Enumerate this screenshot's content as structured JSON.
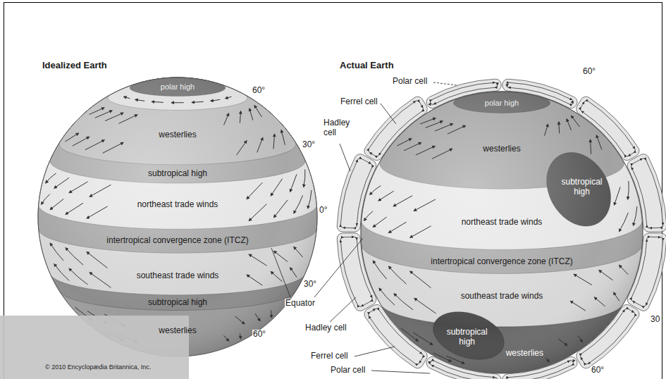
{
  "diagram": {
    "labels": [
      "Idealized Earth",
      "polar high",
      "60°",
      "westerlies",
      "30°",
      "subtropical high",
      "northeast trade winds",
      "0°",
      "intertropical convergence zone (ITCZ)",
      "southeast trade winds",
      "30°",
      "subtropical high",
      "westerlies",
      "60°",
      "© 2010 Encyclopædia Britannica, Inc.",
      "Actual Earth",
      "Polar cell",
      "Ferrel cell",
      "Hadley cell",
      "60°",
      "polar high",
      "westerlies",
      "subtropical high",
      "northeast trade winds",
      "intertropical convergence zone (ITCZ)",
      "southeast trade winds",
      "subtropical high",
      "westerlies",
      "Equator",
      "Hadley cell",
      "Ferrel cell",
      "Polar cell",
      "30",
      "60°"
    ]
  }
}
